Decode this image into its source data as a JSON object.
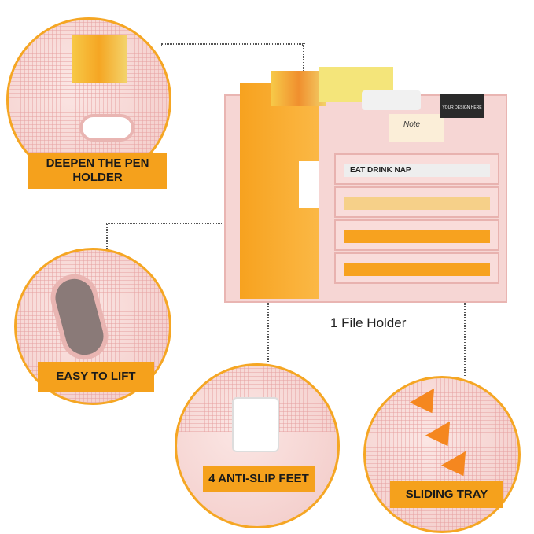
{
  "callouts": [
    {
      "label": "DEEPEN THE PEN HOLDER"
    },
    {
      "label": "EASY TO LIFT"
    },
    {
      "label": "4 ANTI-SLIP FEET"
    },
    {
      "label": "SLIDING TRAY"
    }
  ],
  "caption": "1 File Holder",
  "product_prints": {
    "note": "Note",
    "design": "YOUR DESIGN HERE",
    "book": "EAT DRINK NAP"
  },
  "colors": {
    "accent": "#f5a11c",
    "product": "#f6d6d4",
    "folder": "#f7a21f"
  }
}
